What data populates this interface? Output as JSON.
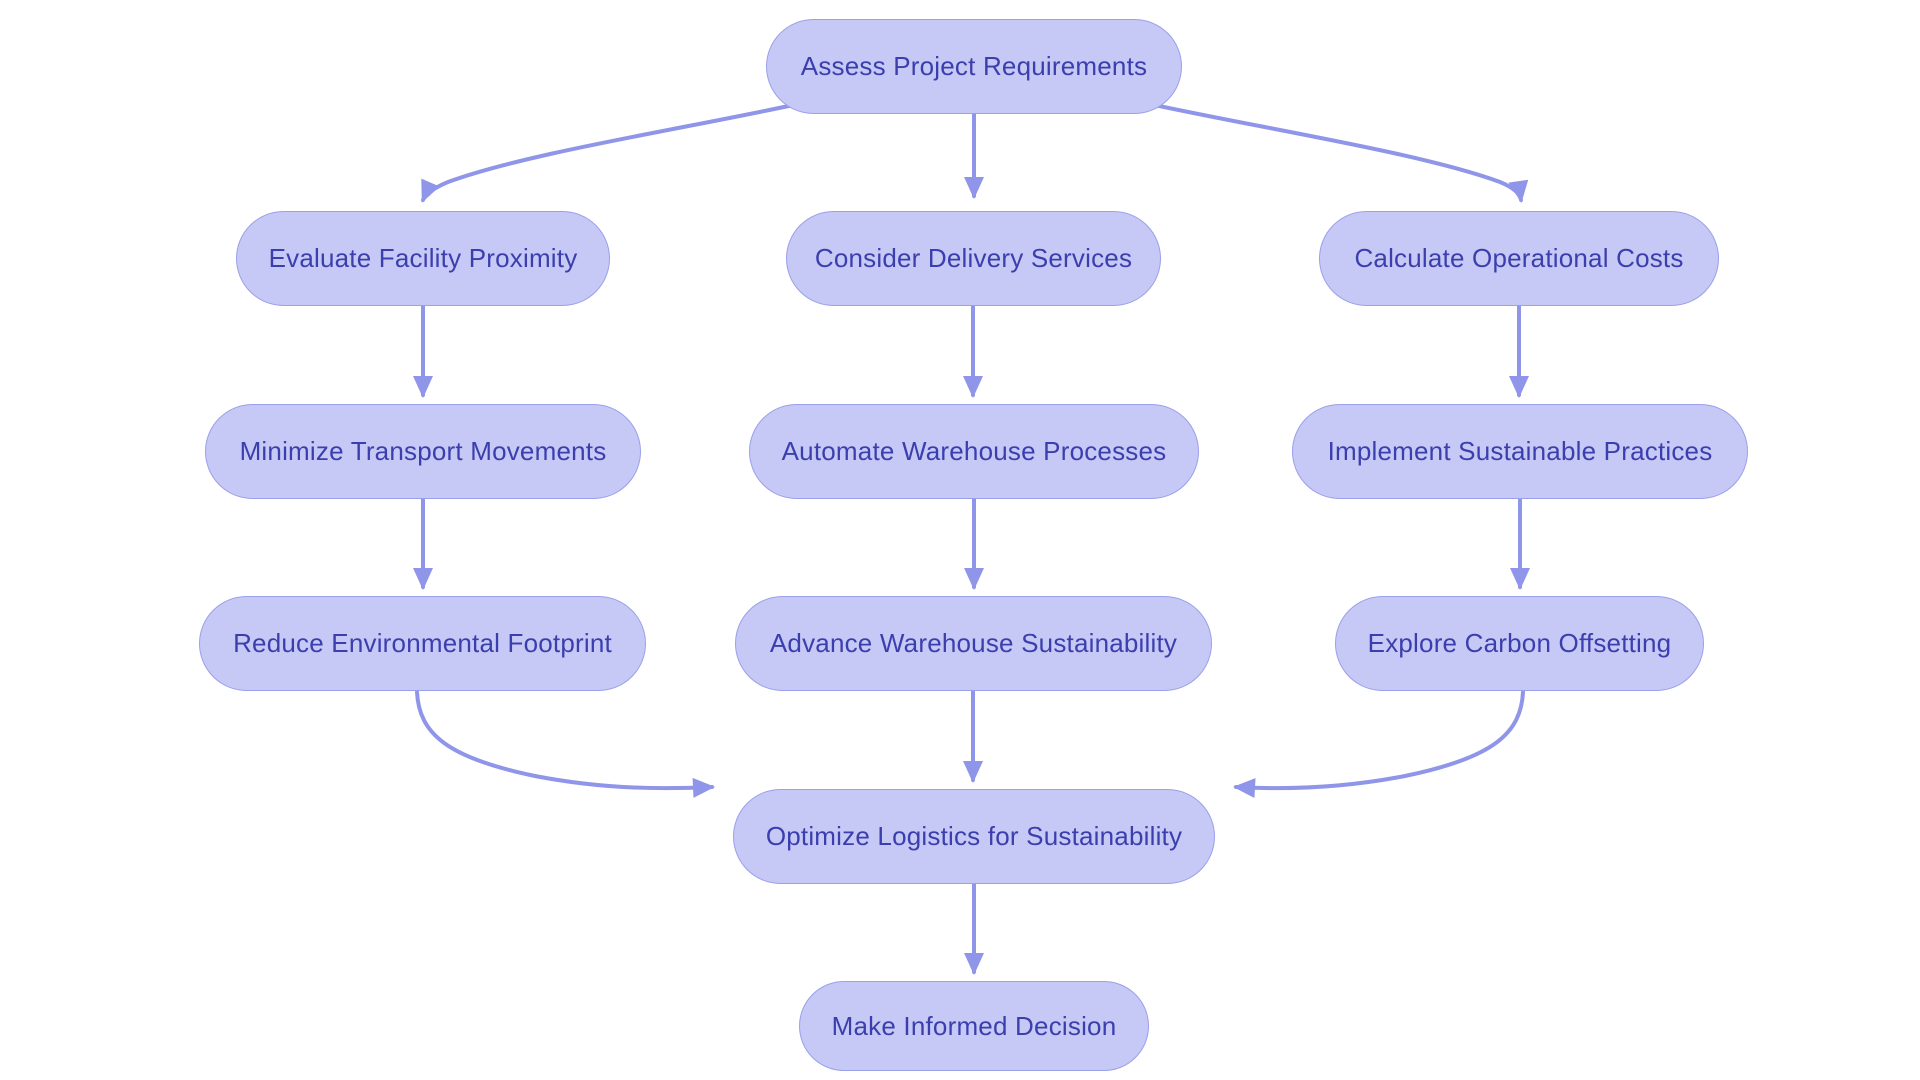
{
  "colors": {
    "node_fill": "#c6c8f5",
    "node_border": "#9aa0ea",
    "node_text": "#3b3fad",
    "arrow": "#8f95e8",
    "background": "#ffffff"
  },
  "nodes": {
    "assess": {
      "label": "Assess Project Requirements"
    },
    "evaluate": {
      "label": "Evaluate Facility Proximity"
    },
    "consider": {
      "label": "Consider Delivery Services"
    },
    "calculate": {
      "label": "Calculate Operational Costs"
    },
    "minimize": {
      "label": "Minimize Transport Movements"
    },
    "automate": {
      "label": "Automate Warehouse Processes"
    },
    "implement": {
      "label": "Implement Sustainable Practices"
    },
    "reduce": {
      "label": "Reduce Environmental Footprint"
    },
    "advance": {
      "label": "Advance Warehouse Sustainability"
    },
    "explore": {
      "label": "Explore Carbon Offsetting"
    },
    "optimize": {
      "label": "Optimize Logistics for Sustainability"
    },
    "decision": {
      "label": "Make Informed Decision"
    }
  },
  "edges": [
    {
      "from": "assess",
      "to": "evaluate"
    },
    {
      "from": "assess",
      "to": "consider"
    },
    {
      "from": "assess",
      "to": "calculate"
    },
    {
      "from": "evaluate",
      "to": "minimize"
    },
    {
      "from": "consider",
      "to": "automate"
    },
    {
      "from": "calculate",
      "to": "implement"
    },
    {
      "from": "minimize",
      "to": "reduce"
    },
    {
      "from": "automate",
      "to": "advance"
    },
    {
      "from": "implement",
      "to": "explore"
    },
    {
      "from": "reduce",
      "to": "optimize"
    },
    {
      "from": "advance",
      "to": "optimize"
    },
    {
      "from": "explore",
      "to": "optimize"
    },
    {
      "from": "optimize",
      "to": "decision"
    }
  ]
}
